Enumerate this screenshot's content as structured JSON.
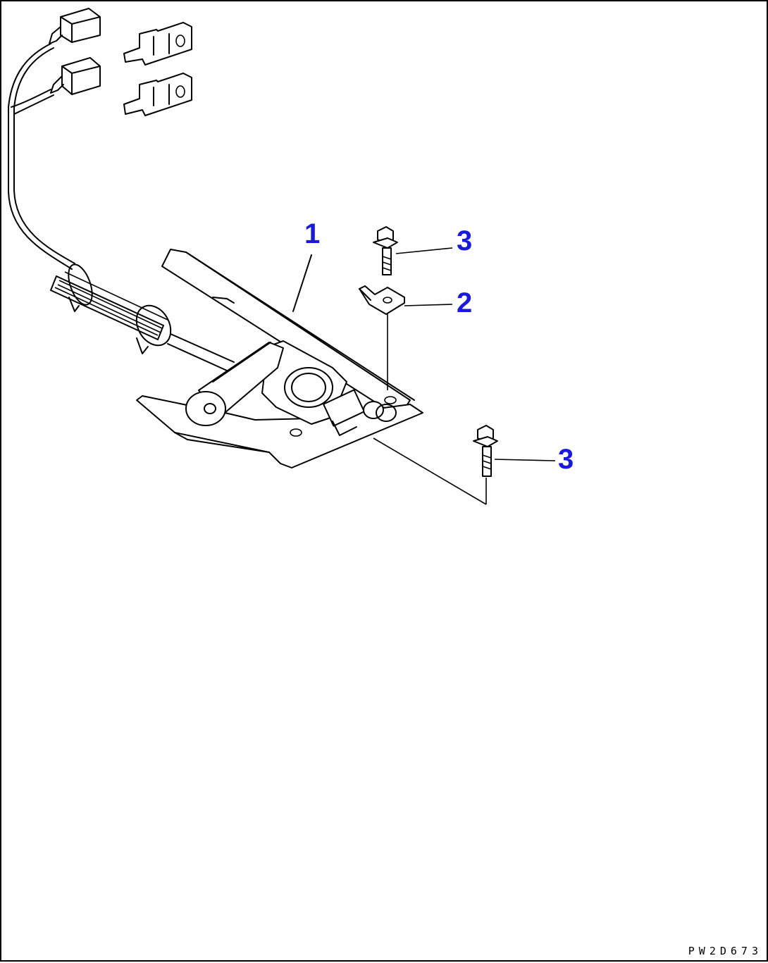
{
  "callouts": {
    "pedal_assembly": "1",
    "plate": "2",
    "bolt_upper": "3",
    "bolt_lower": "3"
  },
  "drawing_code": "PW2D673",
  "colors": {
    "callout": "#1a1adc",
    "line": "#000000",
    "background": "#ffffff"
  }
}
